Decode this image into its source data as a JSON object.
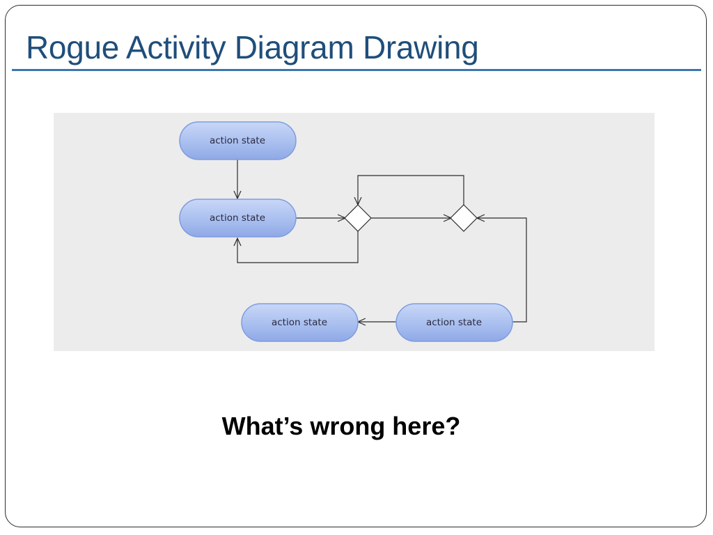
{
  "slide": {
    "title": "Rogue Activity Diagram Drawing",
    "question": "What’s wrong here?"
  },
  "diagram": {
    "nodes": [
      {
        "id": "a1",
        "type": "action",
        "label": "action state"
      },
      {
        "id": "a2",
        "type": "action",
        "label": "action state"
      },
      {
        "id": "d1",
        "type": "decision",
        "label": ""
      },
      {
        "id": "d2",
        "type": "decision",
        "label": ""
      },
      {
        "id": "a3",
        "type": "action",
        "label": "action state"
      },
      {
        "id": "a4",
        "type": "action",
        "label": "action state"
      }
    ],
    "edges": [
      {
        "from": "a1",
        "to": "a2"
      },
      {
        "from": "a2",
        "to": "d1"
      },
      {
        "from": "d1",
        "to": "d2"
      },
      {
        "from": "d1",
        "to": "a2"
      },
      {
        "from": "d2",
        "to": "d1"
      },
      {
        "from": "a4",
        "to": "d2"
      },
      {
        "from": "a4",
        "to": "a3"
      }
    ],
    "colors": {
      "panel_background": "#ececec",
      "action_fill": "#a9bfef",
      "action_highlight": "#c9d7f7",
      "action_border": "#7f9ce0",
      "line": "#2b2b2b",
      "title": "#1f4e7a",
      "rule": "#3b76ad"
    }
  }
}
